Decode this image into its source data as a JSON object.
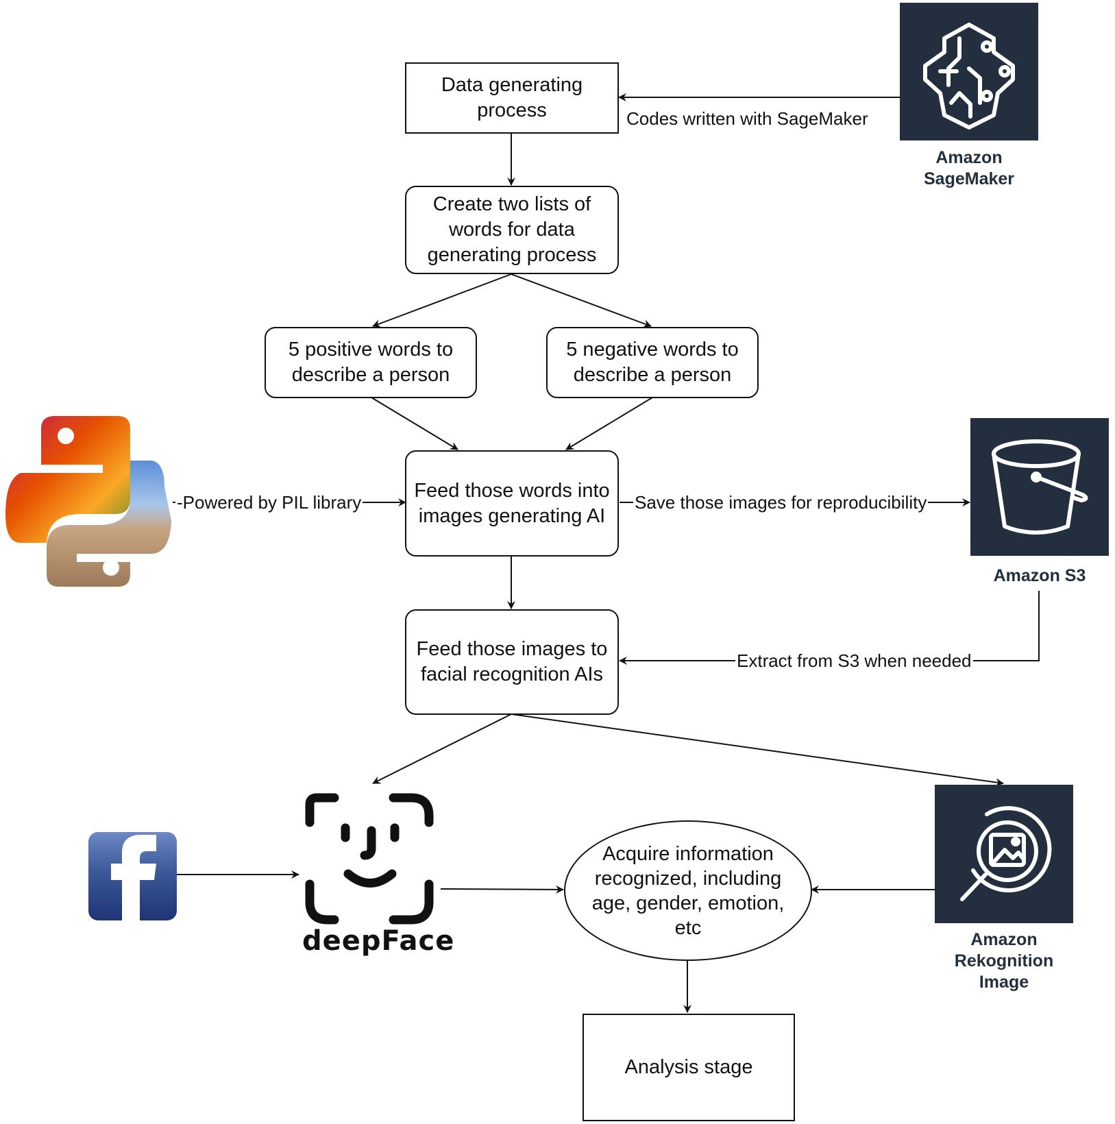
{
  "nodes": {
    "data_generating": "Data generating process",
    "create_lists": "Create two lists of words for data generating process",
    "positive_words": "5 positive words to describe a person",
    "negative_words": "5 negative words to describe a person",
    "feed_words": "Feed those words into images generating AI",
    "feed_images": "Feed those images to facial recognition AIs",
    "acquire_info": "Acquire information recognized, including age, gender, emotion, etc",
    "analysis": "Analysis stage"
  },
  "edges": {
    "sagemaker_to_data": "Codes written with SageMaker",
    "python_to_feed": "-Powered by PIL library",
    "feed_to_s3": "Save those images for reproducibility",
    "s3_to_feed_images": "Extract from S3 when needed"
  },
  "services": {
    "sagemaker": "Amazon SageMaker",
    "s3": "Amazon S3",
    "rekognition": "Amazon Rekognition Image"
  },
  "logos": {
    "deepface": "deepFace",
    "facebook_icon": "facebook-f-icon",
    "python_icon": "python-logo-icon",
    "sagemaker_icon": "sagemaker-brain-icon",
    "s3_icon": "s3-bucket-icon",
    "rekognition_icon": "rekognition-magnifier-icon"
  },
  "colors": {
    "aws_tile": "#232f3e",
    "facebook_blue": "#3b5998"
  }
}
